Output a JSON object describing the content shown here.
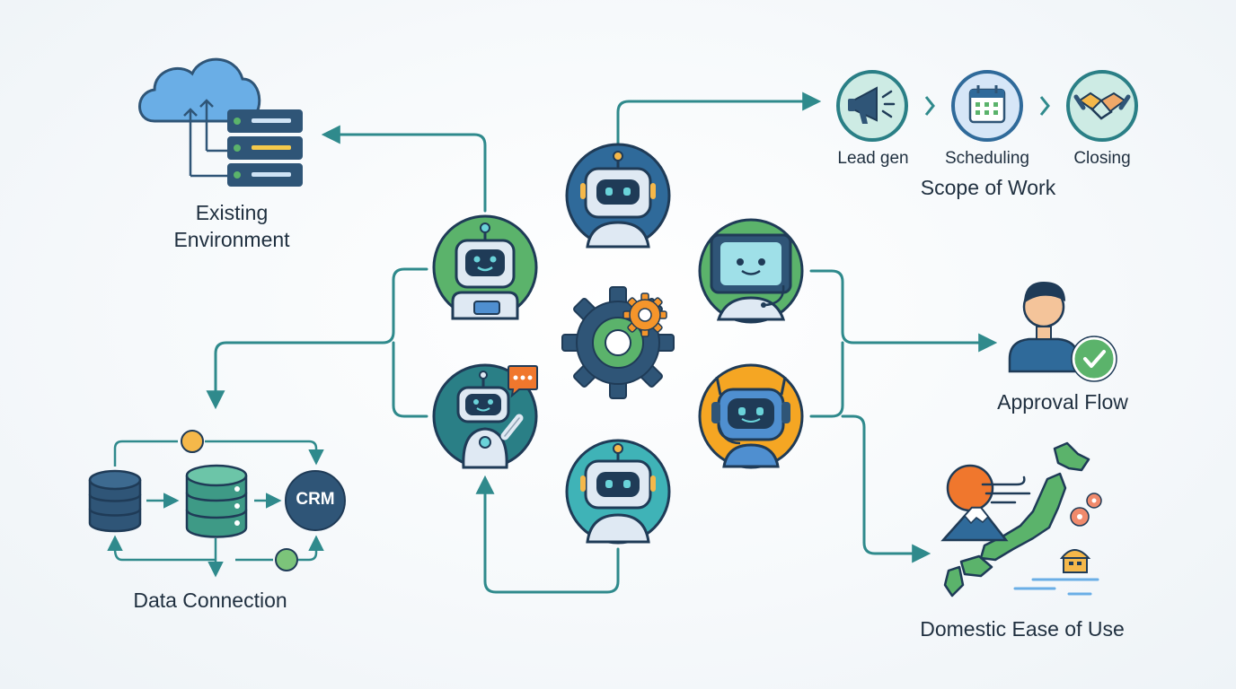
{
  "colors": {
    "connector": "#2f8a8c",
    "navy": "#2f5577",
    "teal": "#2a7f86",
    "green": "#5bb36b",
    "orange": "#f5952b",
    "cloud": "#6aaee6",
    "icon_bg": "#cdebe4"
  },
  "existing_environment": {
    "title_line1": "Existing",
    "title_line2": "Environment",
    "icons": [
      "cloud-icon",
      "server-rack-icon"
    ]
  },
  "data_connection": {
    "title": "Data Connection",
    "crm_label": "CRM",
    "icons": [
      "database-icon",
      "database-icon",
      "crm-icon"
    ]
  },
  "scope_of_work": {
    "title": "Scope of Work",
    "steps": [
      {
        "label": "Lead gen",
        "icon": "megaphone-icon"
      },
      {
        "label": "Scheduling",
        "icon": "calendar-icon"
      },
      {
        "label": "Closing",
        "icon": "handshake-icon"
      }
    ]
  },
  "approval_flow": {
    "title": "Approval Flow",
    "icons": [
      "person-icon",
      "checkmark-icon"
    ]
  },
  "domestic": {
    "title": "Domestic Ease of Use",
    "icons": [
      "japan-map-icon",
      "mount-fuji-icon",
      "sun-icon",
      "sakura-icon",
      "cloud-icon"
    ]
  },
  "hub": {
    "icons": [
      "gear-icon",
      "robot-icon",
      "robot-icon",
      "robot-icon",
      "robot-icon",
      "robot-icon",
      "robot-icon"
    ]
  }
}
